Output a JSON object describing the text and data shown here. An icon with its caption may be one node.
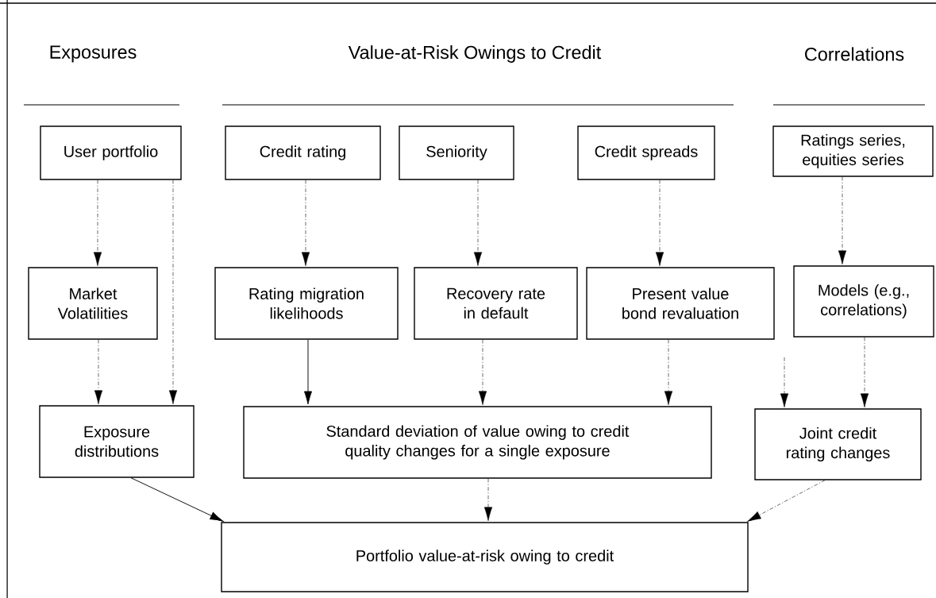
{
  "diagram": {
    "nodes": [
      {
        "text": [
          "User portfolio"
        ]
      },
      {
        "text": [
          "Credit rating"
        ]
      },
      {
        "text": [
          "Seniority"
        ]
      },
      {
        "text": [
          "Credit spreads"
        ]
      },
      {
        "text": [
          "Ratings series, equities series"
        ]
      },
      {
        "text": [
          "Market Volatilities"
        ]
      },
      {
        "text": [
          "Rating migration likelihoods"
        ]
      },
      {
        "text": [
          "Recovery rate in default"
        ]
      },
      {
        "text": [
          "Present value bond revaluation"
        ]
      },
      {
        "text": [
          "Models (e.g., correlations)"
        ]
      },
      {
        "text": [
          "Exposure distributions"
        ]
      },
      {
        "text": [
          "Standard deviation of value owing to credit quality changes for a single exposure"
        ]
      },
      {
        "text": [
          "Joint credit rating changes"
        ]
      },
      {
        "text": [
          "Portfolio value-at-risk owing to credit"
        ]
      }
    ],
    "edges": [
      {
        "from": 0,
        "to": 5,
        "arrow": "to",
        "style": "dashed"
      },
      {
        "from": 0,
        "to": 10,
        "arrow": "to",
        "style": "dashed"
      },
      {
        "from": 1,
        "to": 6,
        "arrow": "to",
        "style": "dashed"
      },
      {
        "from": 2,
        "to": 7,
        "arrow": "to",
        "style": "dashed"
      },
      {
        "from": 3,
        "to": 8,
        "arrow": "to",
        "style": "dashed"
      },
      {
        "from": 4,
        "to": 9,
        "arrow": "to",
        "style": "dashed"
      },
      {
        "from": 5,
        "to": 10,
        "arrow": "to",
        "style": "dashed"
      },
      {
        "from": 6,
        "to": 11,
        "arrow": "to"
      },
      {
        "from": 7,
        "to": 11,
        "arrow": "to",
        "style": "dashed"
      },
      {
        "from": 8,
        "to": 11,
        "arrow": "to",
        "style": "dashed"
      },
      {
        "from": null,
        "to": 12,
        "arrow": "to",
        "style": "dashed"
      },
      {
        "from": 9,
        "to": 12,
        "arrow": "to",
        "style": "dashed"
      },
      {
        "from": 10,
        "to": 13,
        "arrow": "to"
      },
      {
        "from": 11,
        "to": 13,
        "arrow": "to",
        "style": "dashed"
      },
      {
        "from": 12,
        "to": 13,
        "arrow": "to",
        "style": "dashed"
      }
    ],
    "labels": [
      "Exposures",
      "Value-at-Risk Owings to Credit",
      "Correlations"
    ]
  }
}
